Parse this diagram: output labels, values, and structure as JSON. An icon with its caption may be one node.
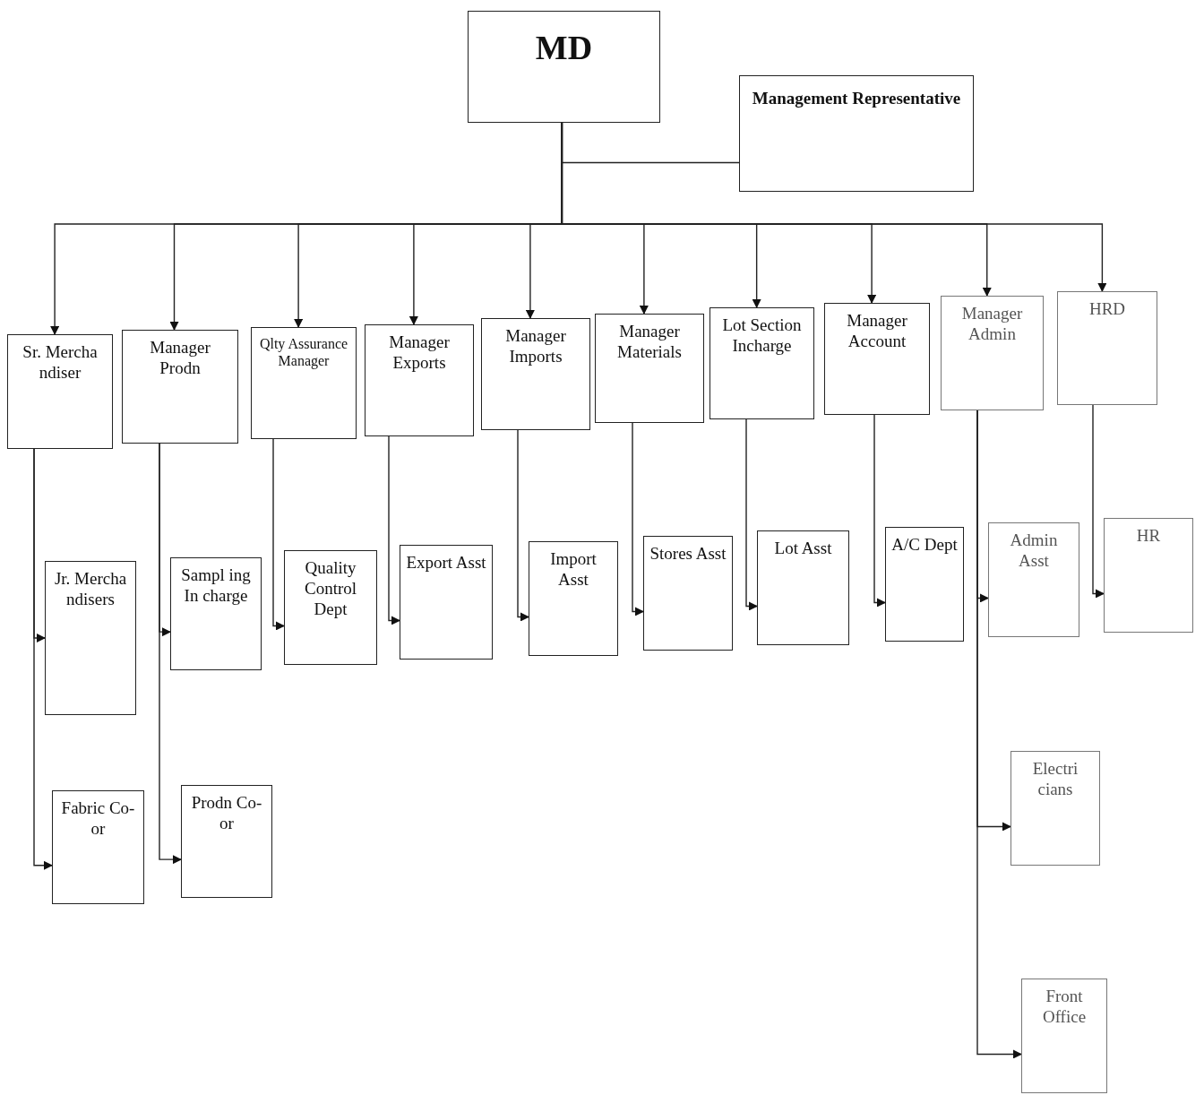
{
  "diagram": {
    "nodes": [
      {
        "text": [
          "MD"
        ]
      },
      {
        "text": [
          "Management Representative"
        ]
      },
      {
        "text": [
          "Sr. Mercha ndiser"
        ]
      },
      {
        "text": [
          "Manager Prodn"
        ]
      },
      {
        "text": [
          "Qlty Assurance Manager"
        ]
      },
      {
        "text": [
          "Manager Exports"
        ]
      },
      {
        "text": [
          "Manager Imports"
        ]
      },
      {
        "text": [
          "Manager Materials"
        ]
      },
      {
        "text": [
          "Lot Section Incharge"
        ]
      },
      {
        "text": [
          "Manager Account"
        ]
      },
      {
        "text": [
          "Manager Admin"
        ]
      },
      {
        "text": [
          "HRD"
        ]
      },
      {
        "text": [
          "Jr. Mercha ndisers"
        ]
      },
      {
        "text": [
          "Fabric Co-or"
        ]
      },
      {
        "text": [
          "Sampl ing In charge"
        ]
      },
      {
        "text": [
          "Prodn Co-or"
        ]
      },
      {
        "text": [
          "Quality Control Dept"
        ]
      },
      {
        "text": [
          "Export Asst"
        ]
      },
      {
        "text": [
          "Import Asst"
        ]
      },
      {
        "text": [
          "Stores Asst"
        ]
      },
      {
        "text": [
          "Lot Asst"
        ]
      },
      {
        "text": [
          "A/C Dept"
        ]
      },
      {
        "text": [
          "Admin Asst"
        ]
      },
      {
        "text": [
          "HR"
        ]
      },
      {
        "text": [
          "Electri cians"
        ]
      },
      {
        "text": [
          "Front Office"
        ]
      }
    ],
    "edges": [
      {
        "from": 0,
        "to": 1,
        "arrow": "none"
      },
      {
        "from": 0,
        "to": 2,
        "arrow": "to"
      },
      {
        "from": 0,
        "to": 3,
        "arrow": "to"
      },
      {
        "from": 0,
        "to": 4,
        "arrow": "to"
      },
      {
        "from": 0,
        "to": 5,
        "arrow": "to"
      },
      {
        "from": 0,
        "to": 6,
        "arrow": "to"
      },
      {
        "from": 0,
        "to": 7,
        "arrow": "to"
      },
      {
        "from": 0,
        "to": 8,
        "arrow": "to"
      },
      {
        "from": 0,
        "to": 9,
        "arrow": "to"
      },
      {
        "from": 0,
        "to": 10,
        "arrow": "to"
      },
      {
        "from": 0,
        "to": 11,
        "arrow": "to"
      },
      {
        "from": 2,
        "to": 12,
        "arrow": "to"
      },
      {
        "from": 2,
        "to": 13,
        "arrow": "to"
      },
      {
        "from": 3,
        "to": 14,
        "arrow": "to"
      },
      {
        "from": 3,
        "to": 15,
        "arrow": "to"
      },
      {
        "from": 4,
        "to": 16,
        "arrow": "to"
      },
      {
        "from": 5,
        "to": 17,
        "arrow": "to"
      },
      {
        "from": 6,
        "to": 18,
        "arrow": "to"
      },
      {
        "from": 7,
        "to": 19,
        "arrow": "to"
      },
      {
        "from": 8,
        "to": 20,
        "arrow": "to"
      },
      {
        "from": 9,
        "to": 21,
        "arrow": "to"
      },
      {
        "from": 10,
        "to": 22,
        "arrow": "to"
      },
      {
        "from": 10,
        "to": 24,
        "arrow": "to"
      },
      {
        "from": 10,
        "to": 25,
        "arrow": "to"
      },
      {
        "from": 11,
        "to": 23,
        "arrow": "to"
      }
    ]
  }
}
